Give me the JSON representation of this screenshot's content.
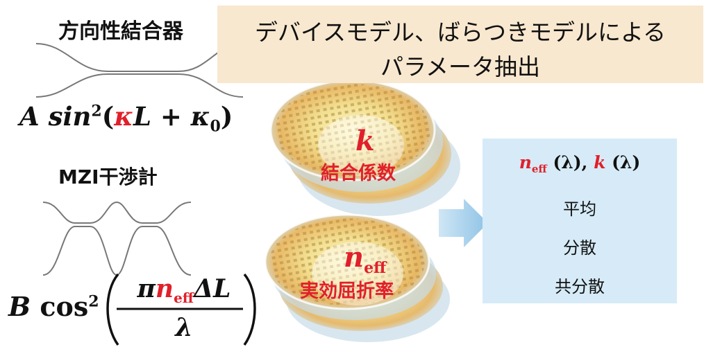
{
  "dc": {
    "heading": "方向性結合器",
    "formula": {
      "a": "A",
      "sin": "sin",
      "sup": "2",
      "open": "(",
      "kappa": "κ",
      "l": "L",
      "plus": "+",
      "kappa0": "κ",
      "sub0": "0",
      "close": ")"
    }
  },
  "mzi": {
    "heading": "MZI干渉計",
    "formula": {
      "b": "B",
      "cos": "cos",
      "sup": "2",
      "pi": "π",
      "n": "n",
      "sub": "eff",
      "dl": "ΔL",
      "lambda": "λ"
    }
  },
  "banner": {
    "line1": "デバイスモデル、ばらつきモデルによる",
    "line2": "パラメータ抽出"
  },
  "wafer_top": {
    "symbol": "k",
    "label": "結合係数"
  },
  "wafer_bottom": {
    "symbol": "n",
    "sub": "eff",
    "label": "実効屈折率"
  },
  "result": {
    "params": {
      "n": "n",
      "sub": "eff",
      "lam1": " (λ), ",
      "k": "k",
      "lam2": " (λ)"
    },
    "items": [
      "平均",
      "分散",
      "共分散"
    ]
  },
  "colors": {
    "accent": "#e0202a",
    "banner": "#f8e8cf",
    "result_box": "#d6ebf7",
    "arrow": "#8fc3e6"
  }
}
